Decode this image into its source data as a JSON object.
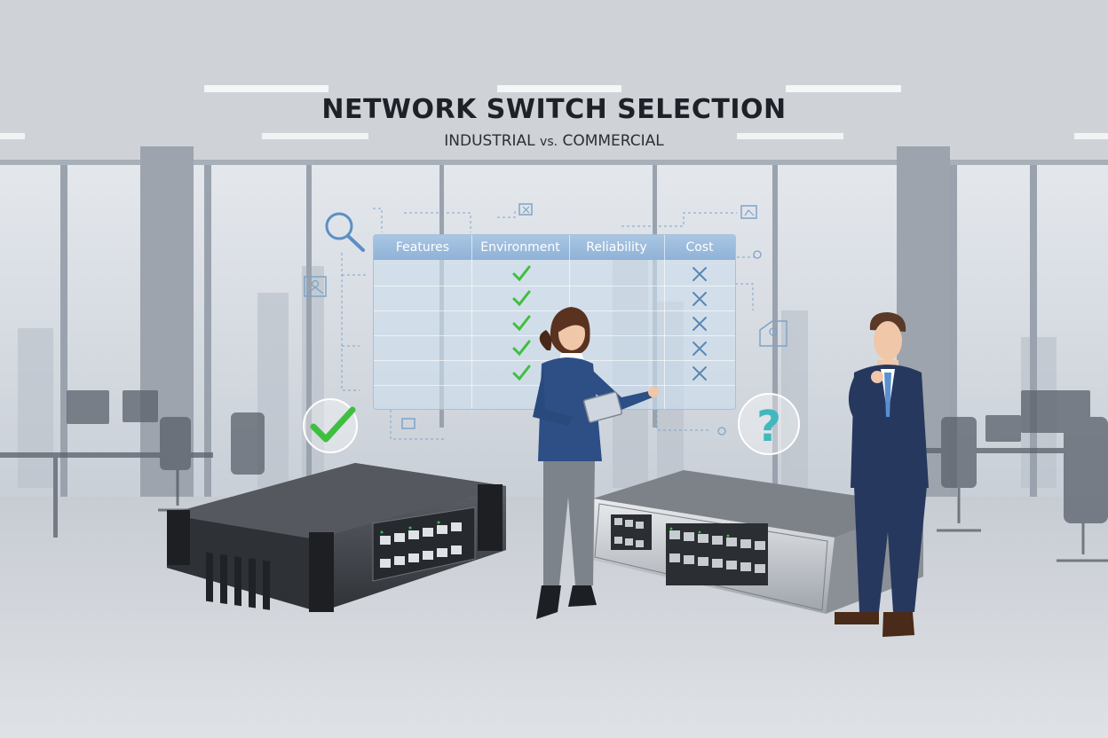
{
  "header": {
    "title": "NETWORK SWITCH SELECTION",
    "subtitle_part1": "INDUSTRIAL",
    "subtitle_vs": "vs.",
    "subtitle_part2": "COMMERCIAL"
  },
  "comparison_table": {
    "columns": [
      "Features",
      "Environment",
      "Reliability",
      "Cost"
    ],
    "environment_marks": [
      "check",
      "check",
      "check",
      "check",
      "check"
    ],
    "cost_marks": [
      "cross",
      "cross",
      "cross",
      "cross",
      "cross"
    ]
  },
  "icons": {
    "approve": "check-circle-icon",
    "question": "question-circle-icon",
    "search": "magnifier-icon"
  },
  "colors": {
    "check": "#3fbf3f",
    "cross": "#5b87b4",
    "header": "#9bbbdc",
    "woman_blazer": "#2d4f86",
    "man_suit": "#27385f"
  }
}
